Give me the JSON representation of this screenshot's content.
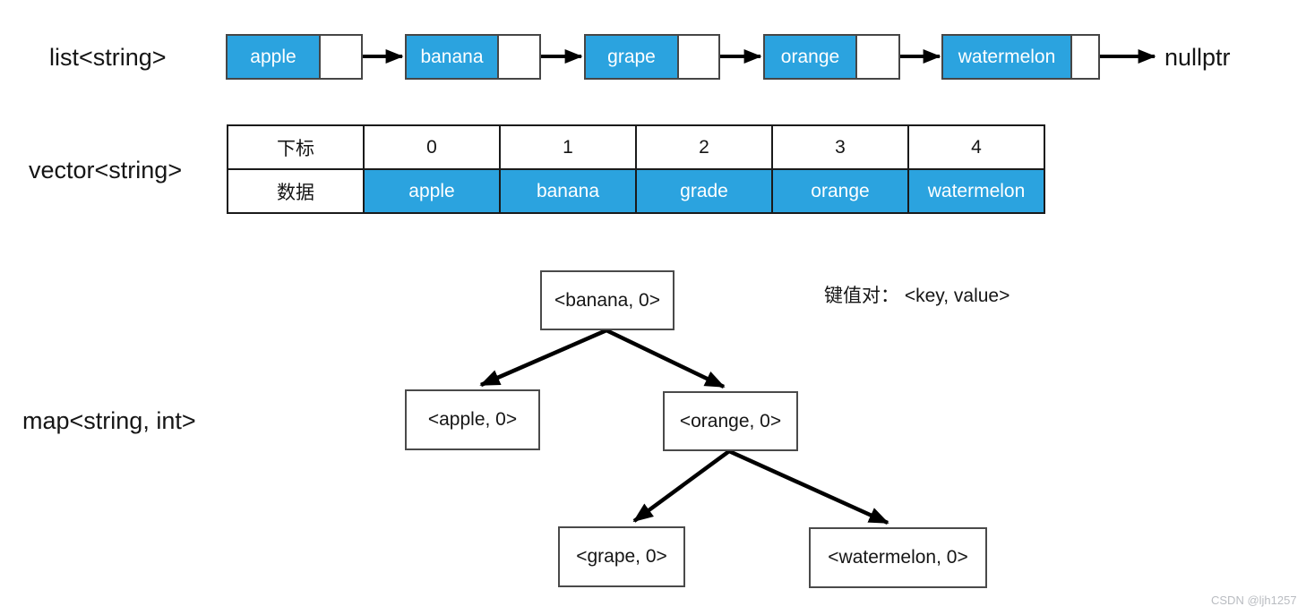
{
  "labels": {
    "list": "list<string>",
    "vector": "vector<string>",
    "map": "map<string, int>"
  },
  "list": {
    "nodes": [
      "apple",
      "banana",
      "grape",
      "orange",
      "watermelon"
    ],
    "terminator": "nullptr"
  },
  "vector": {
    "index_header": "下标",
    "data_header": "数据",
    "indices": [
      "0",
      "1",
      "2",
      "3",
      "4"
    ],
    "values": [
      "apple",
      "banana",
      "grade",
      "orange",
      "watermelon"
    ]
  },
  "map": {
    "annotation_label": "键值对：",
    "annotation_value": "<key, value>",
    "nodes": {
      "root": "<banana, 0>",
      "left": "<apple, 0>",
      "right": "<orange, 0>",
      "right_left": "<grape, 0>",
      "right_right": "<watermelon, 0>"
    }
  },
  "watermark": "CSDN @ljh1257",
  "colors": {
    "accent_blue": "#2BA3DF",
    "arrow_black": "#000000",
    "border_gray": "#464646",
    "watermark_gray": "#B9BCC1"
  }
}
